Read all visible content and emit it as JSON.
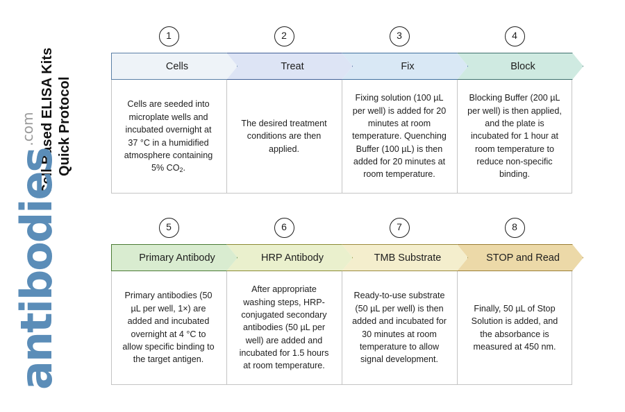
{
  "page": {
    "title_line1": "Cell Based ELISA Kits",
    "title_line2": "Quick Protocol",
    "logo_word": "antibodies",
    "logo_suffix": ".com",
    "logo_color": "#5b8db8",
    "logo_suffix_color": "#9a9a9a"
  },
  "flow": {
    "rows": [
      {
        "steps": [
          {
            "number": "1",
            "label": "Cells",
            "fill": "#eef3f8",
            "stroke": "#5a7fa6",
            "description": "Cells are seeded into microplate wells and incubated overnight at 37 °C in a humidified atmosphere containing 5% CO",
            "description_sub": "2",
            "description_tail": "."
          },
          {
            "number": "2",
            "label": "Treat",
            "fill": "#dde4f5",
            "stroke": "#3f5f96",
            "description": "The desired treatment conditions are then applied."
          },
          {
            "number": "3",
            "label": "Fix",
            "fill": "#d9e8f5",
            "stroke": "#3f6f9e",
            "description": "Fixing solution (100 µL per well) is added for 20 minutes at room temperature. Quenching Buffer (100 µL) is then added for 20 minutes at room temperature."
          },
          {
            "number": "4",
            "label": "Block",
            "fill": "#cfeae1",
            "stroke": "#3c6f6c",
            "description": "Blocking Buffer (200 µL per well) is then applied, and the plate is incubated for 1 hour at room temperature to reduce non-specific binding."
          }
        ]
      },
      {
        "steps": [
          {
            "number": "5",
            "label": "Primary Antibody",
            "fill": "#d9ecd0",
            "stroke": "#4a7a33",
            "description": "Primary antibodies (50 µL per well, 1×) are added and incubated overnight at 4 °C to allow specific binding to the target antigen."
          },
          {
            "number": "6",
            "label": "HRP Antibody",
            "fill": "#eaf0cd",
            "stroke": "#8a8a33",
            "description": "After appropriate washing steps, HRP-conjugated secondary antibodies (50 µL per well) are added and incubated for 1.5 hours at room temperature."
          },
          {
            "number": "7",
            "label": "TMB Substrate",
            "fill": "#f4eecd",
            "stroke": "#9c8a3d",
            "description": "Ready-to-use substrate (50 µL per well) is then added and incubated for 30 minutes at room temperature to allow signal development."
          },
          {
            "number": "8",
            "label": "STOP and Read",
            "fill": "#ecd9a8",
            "stroke": "#9a7c33",
            "description": "Finally, 50 µL of Stop Solution is added, and the absorbance is measured at 450 nm."
          }
        ]
      }
    ]
  }
}
